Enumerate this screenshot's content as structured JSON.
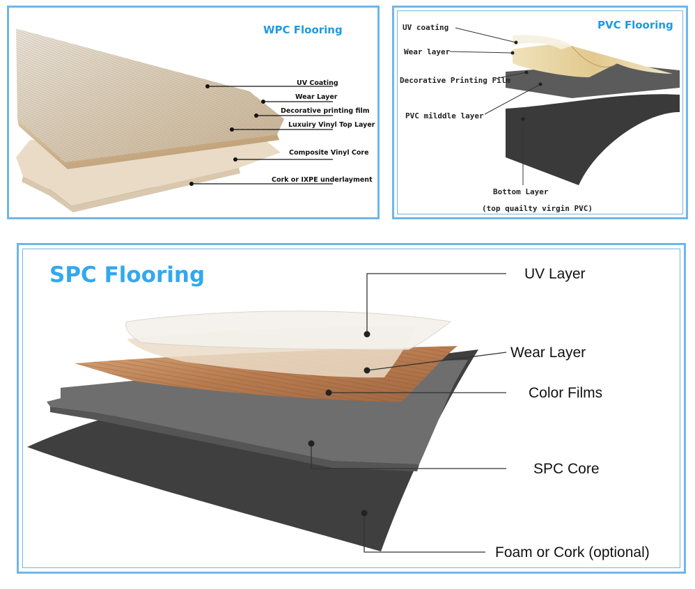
{
  "wpc": {
    "title": "WPC Flooring",
    "labels": {
      "uv_coating": "UV Coating",
      "wear_layer": "Wear Layer",
      "decorative_film": "Decorative printing film",
      "luxury_top": "Luxuiry Vinyl Top Layer",
      "composite_core": "Composite Vinyl Core",
      "underlayment": "Cork or IXPE underlayment"
    }
  },
  "pvc": {
    "title": "PVC Flooring",
    "labels": {
      "uv_coating": "UV coating",
      "wear_layer": "Wear layer",
      "decorative_film": "Decorative Printing Film",
      "middle_layer": "PVC milddle layer",
      "bottom_layer": "Bottom Layer",
      "bottom_note": "(top quailty virgin PVC)"
    }
  },
  "spc": {
    "title": "SPC Flooring",
    "labels": {
      "uv_layer": "UV Layer",
      "wear_layer": "Wear Layer",
      "color_films": "Color Films",
      "spc_core": "SPC Core",
      "foam": "Foam or Cork (optional)"
    }
  },
  "colors": {
    "frame": "#6fb6e8",
    "title_blue": "#1d9ae0"
  }
}
